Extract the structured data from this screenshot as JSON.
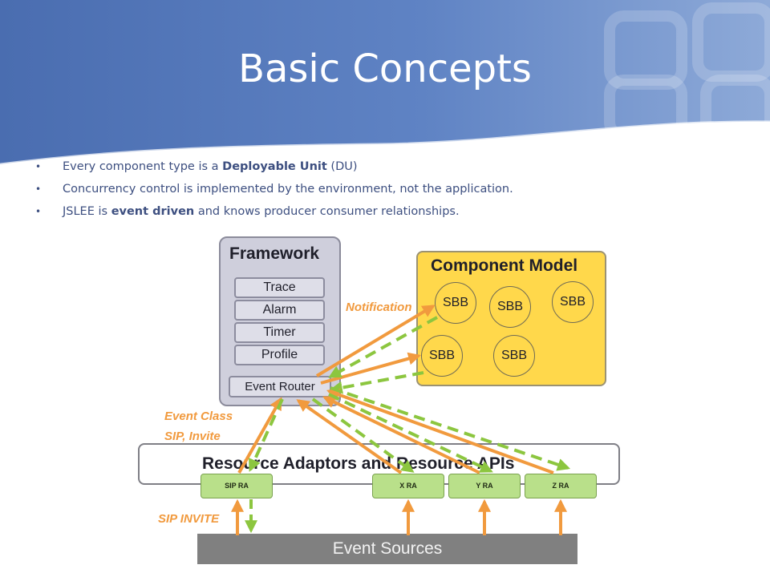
{
  "slide": {
    "title": "Basic Concepts",
    "bullets": [
      {
        "pre": "Every component type is a ",
        "bold": "Deployable Unit",
        "post": " (DU)"
      },
      {
        "pre": "Concurrency control is implemented by the environment, not the application.",
        "bold": "",
        "post": ""
      },
      {
        "pre": "JSLEE is ",
        "bold": "event driven",
        "post": " and knows producer consumer relationships."
      }
    ]
  },
  "diagram": {
    "framework": {
      "title": "Framework",
      "items": [
        "Trace",
        "Alarm",
        "Timer",
        "Profile"
      ],
      "router": "Event Router"
    },
    "component_model": {
      "title": "Component Model",
      "sbbs": [
        "SBB",
        "SBB",
        "SBB",
        "SBB",
        "SBB"
      ]
    },
    "resource_adaptors": {
      "title": "Resource Adaptors and Resource APIs",
      "ras": [
        "SIP RA",
        "X RA",
        "Y RA",
        "Z RA"
      ]
    },
    "event_sources": "Event Sources",
    "labels": {
      "notification": "Notification",
      "event_class_1": "Event Class",
      "event_class_2": "SIP, Invite",
      "sip_invite": "SIP INVITE"
    },
    "colors": {
      "header_blue": "#5b7fc1",
      "orange_arrow": "#f19a3e",
      "green_dashed_arrow": "#8cc63f",
      "component_yellow": "#ffd84b",
      "framework_gray": "#cfcfdc",
      "ra_green": "#b9e08a",
      "event_sources_gray": "#808080"
    }
  }
}
